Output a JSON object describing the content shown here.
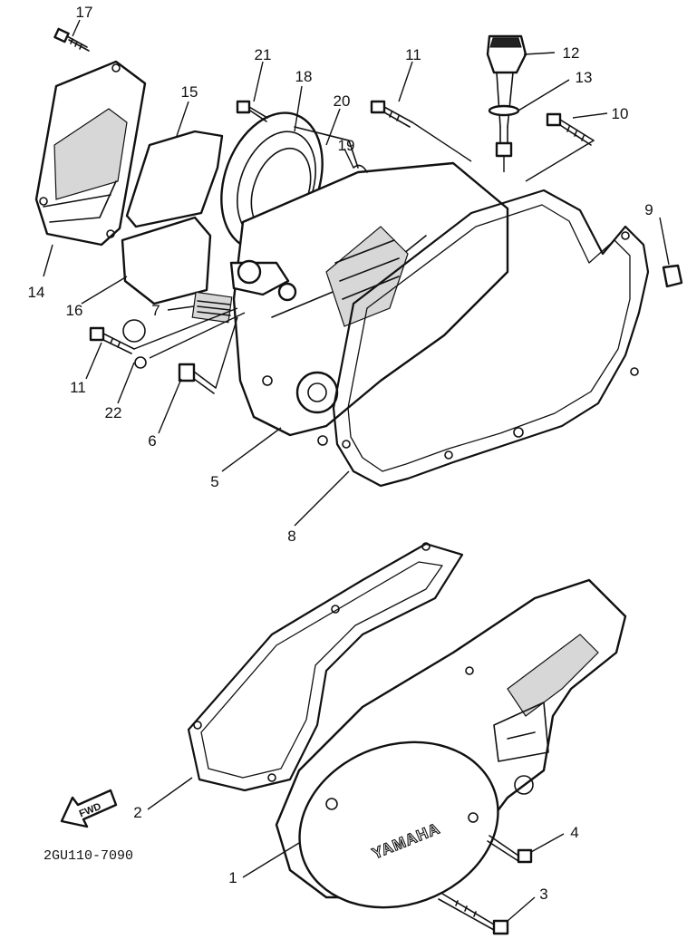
{
  "diagram": {
    "brand_text": "YAMAHA",
    "fwd_label": "FWD",
    "drawing_code": "2GU110-7090",
    "callouts": [
      "17",
      "15",
      "21",
      "18",
      "20",
      "11",
      "12",
      "13",
      "10",
      "19",
      "9",
      "14",
      "16",
      "7",
      "11",
      "22",
      "6",
      "5",
      "8",
      "2",
      "4",
      "1",
      "3"
    ]
  }
}
